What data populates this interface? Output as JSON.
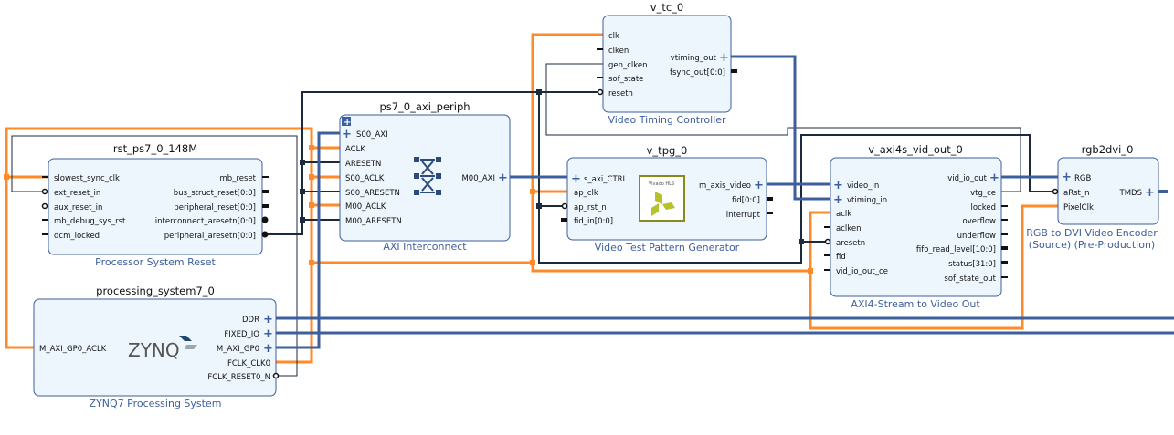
{
  "blocks": {
    "rst": {
      "name": "rst_ps7_0_148M",
      "type": "Processor System Reset",
      "left": [
        "slowest_sync_clk",
        "ext_reset_in",
        "aux_reset_in",
        "mb_debug_sys_rst",
        "dcm_locked"
      ],
      "right": [
        "mb_reset",
        "bus_struct_reset[0:0]",
        "peripheral_reset[0:0]",
        "interconnect_aresetn[0:0]",
        "peripheral_aresetn[0:0]"
      ]
    },
    "axi": {
      "name": "ps7_0_axi_periph",
      "type": "AXI Interconnect",
      "left": [
        "S00_AXI",
        "ACLK",
        "ARESETN",
        "S00_ACLK",
        "S00_ARESETN",
        "M00_ACLK",
        "M00_ARESETN"
      ],
      "right": [
        "M00_AXI"
      ]
    },
    "vtc": {
      "name": "v_tc_0",
      "type": "Video Timing Controller",
      "left": [
        "clk",
        "clken",
        "gen_clken",
        "sof_state",
        "resetn"
      ],
      "right": [
        "vtiming_out",
        "fsync_out[0:0]"
      ]
    },
    "tpg": {
      "name": "v_tpg_0",
      "type": "Video Test Pattern Generator",
      "left": [
        "s_axi_CTRL",
        "ap_clk",
        "ap_rst_n",
        "fid_in[0:0]"
      ],
      "right": [
        "m_axis_video",
        "fid[0:0]",
        "interrupt"
      ],
      "logo": "Vivado HLS"
    },
    "vout": {
      "name": "v_axi4s_vid_out_0",
      "type": "AXI4-Stream to Video Out",
      "left": [
        "video_in",
        "vtiming_in",
        "aclk",
        "aclken",
        "aresetn",
        "fid",
        "vid_io_out_ce"
      ],
      "right": [
        "vid_io_out",
        "vtg_ce",
        "locked",
        "overflow",
        "underflow",
        "fifo_read_level[10:0]",
        "status[31:0]",
        "sof_state_out"
      ]
    },
    "dvi": {
      "name": "rgb2dvi_0",
      "type": "RGB to DVI Video Encoder (Source) (Pre-Production)",
      "left": [
        "RGB",
        "aRst_n",
        "PixelClk"
      ],
      "right": [
        "TMDS"
      ]
    },
    "ps7": {
      "name": "processing_system7_0",
      "type": "ZYNQ7 Processing System",
      "left": [
        "M_AXI_GP0_ACLK"
      ],
      "right": [
        "DDR",
        "FIXED_IO",
        "M_AXI_GP0",
        "FCLK_CLK0",
        "FCLK_RESET0_N"
      ],
      "logo": "ZYNQ"
    }
  },
  "colors": {
    "clock": "#ff8a2a",
    "interface": "#3d5f9e",
    "signal": "#1b2a3d",
    "block_fill": "#edf5fd"
  }
}
